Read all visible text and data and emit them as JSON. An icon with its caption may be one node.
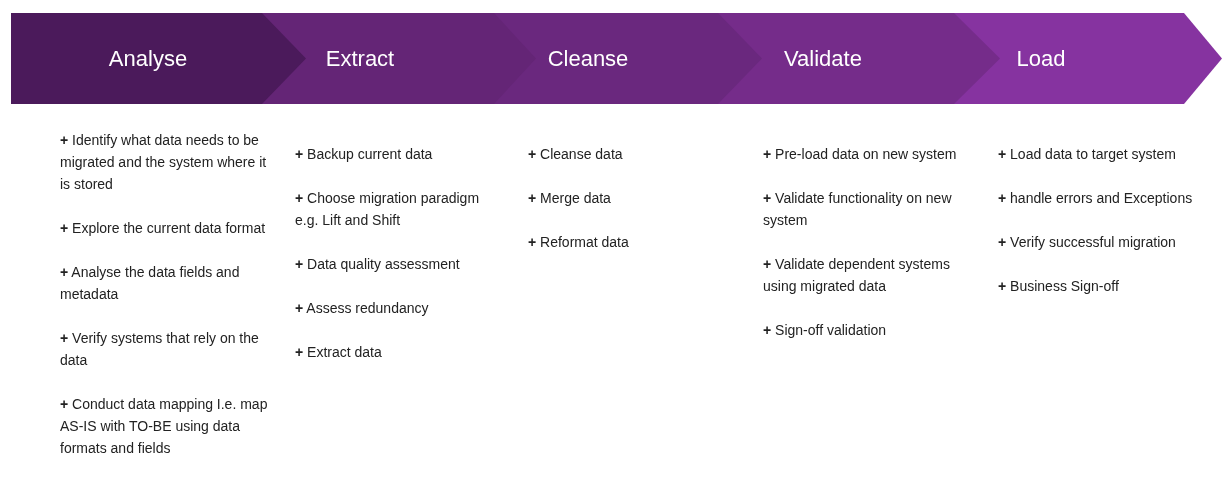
{
  "diagram": {
    "nodes": [
      {
        "text": [
          "Analyse"
        ],
        "beside": [
          "**+** Identify what data needs to be migrated and the system where it is stored",
          "**+** Explore the current data format",
          "**+** Analyse the data fields and metadata",
          "**+** Verify systems that rely on the data",
          "**+** Conduct data mapping I.e. map AS-IS with TO-BE using data formats and fields"
        ]
      },
      {
        "text": [
          "Extract"
        ],
        "beside": [
          "**+** Backup current data",
          "**+** Choose migration paradigm e.g. Lift and Shift",
          "**+** Data quality assessment",
          "**+** Assess redundancy",
          "**+** Extract data"
        ]
      },
      {
        "text": [
          "Cleanse"
        ],
        "beside": [
          "**+** Cleanse data",
          "**+** Merge data",
          "**+** Reformat data"
        ]
      },
      {
        "text": [
          "Validate"
        ],
        "beside": [
          "**+** Pre-load data on new system",
          "**+** Validate functionality on new system",
          "**+** Validate dependent systems using migrated data",
          "**+** Sign-off validation"
        ]
      },
      {
        "text": [
          "Load"
        ],
        "beside": [
          "**+** Load data to target system",
          "**+** handle errors and Exceptions",
          "**+** Verify successful migration",
          "**+** Business Sign-off"
        ]
      }
    ],
    "edges": []
  }
}
